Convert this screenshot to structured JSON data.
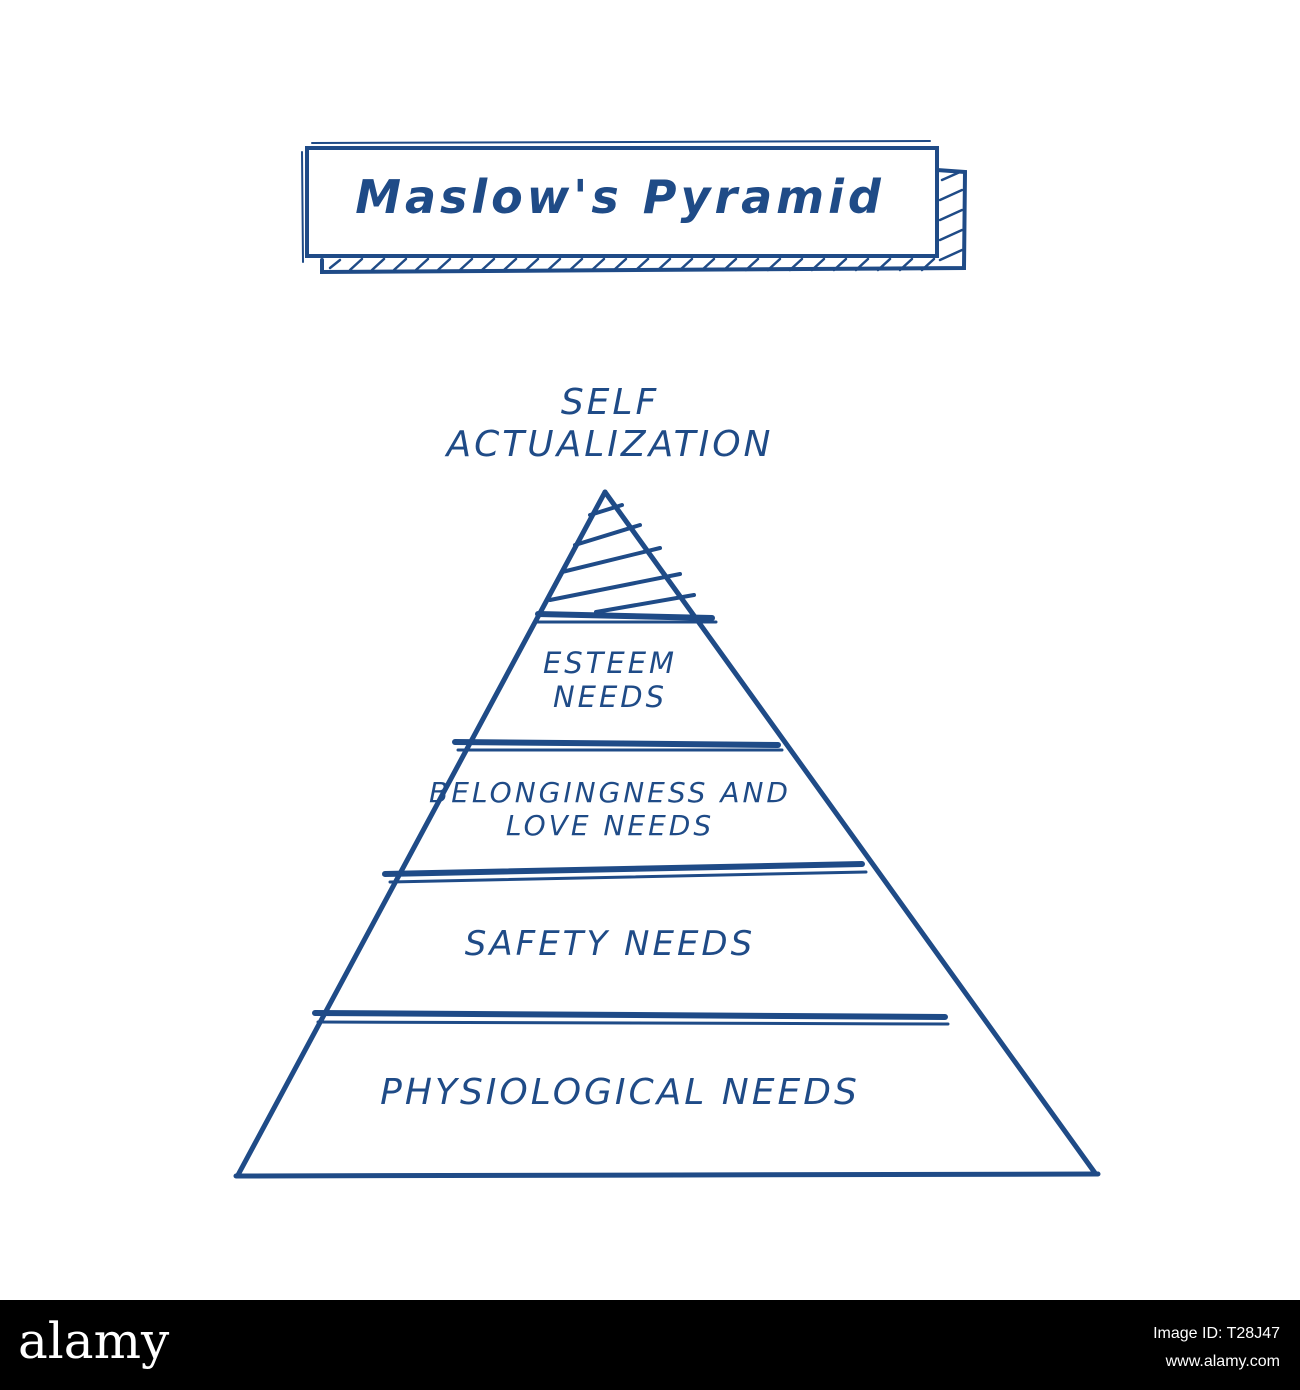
{
  "diagram": {
    "title": "Maslow's Pyramid",
    "levels": [
      {
        "label": "Self Actualization"
      },
      {
        "label": "Esteem Needs"
      },
      {
        "label": "Belongingness and Love Needs"
      },
      {
        "label": "Safety Needs"
      },
      {
        "label": "Physiological Needs"
      }
    ],
    "ink_color": "#1f4b87"
  },
  "footer": {
    "brand": "alamy",
    "image_id": "Image ID: T28J47",
    "website": "www.alamy.com"
  }
}
